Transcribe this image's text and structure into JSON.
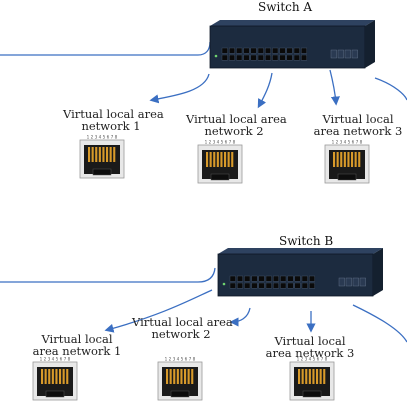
{
  "colors": {
    "connector": "#3b6fc2",
    "switch_body": "#1c2b3f",
    "switch_port": "#0a0a0a",
    "jack_gold": "#d89a2a"
  },
  "switches": [
    {
      "id": "A",
      "title": "Switch A",
      "networks": [
        {
          "label_lines": [
            "Virtual local area",
            "network 1"
          ],
          "pins": "1 2 3 4 5 6 7 8"
        },
        {
          "label_lines": [
            "Virtual local area",
            "network 2"
          ],
          "pins": "1 2 3 4 5 6 7 8"
        },
        {
          "label_lines": [
            "Virtual local",
            "area network 3"
          ],
          "pins": "1 2 3 4 5 6 7 8"
        }
      ]
    },
    {
      "id": "B",
      "title": "Switch B",
      "networks": [
        {
          "label_lines": [
            "Virtual local",
            "area network 1"
          ],
          "pins": "1 2 3 4 5 6 7 8"
        },
        {
          "label_lines": [
            "Virtual local area",
            "network 2"
          ],
          "pins": "1 2 3 4 5 6 7 8"
        },
        {
          "label_lines": [
            "Virtual local",
            "area network 3"
          ],
          "pins": "1 2 3 4 5 6 7 8"
        }
      ]
    }
  ]
}
